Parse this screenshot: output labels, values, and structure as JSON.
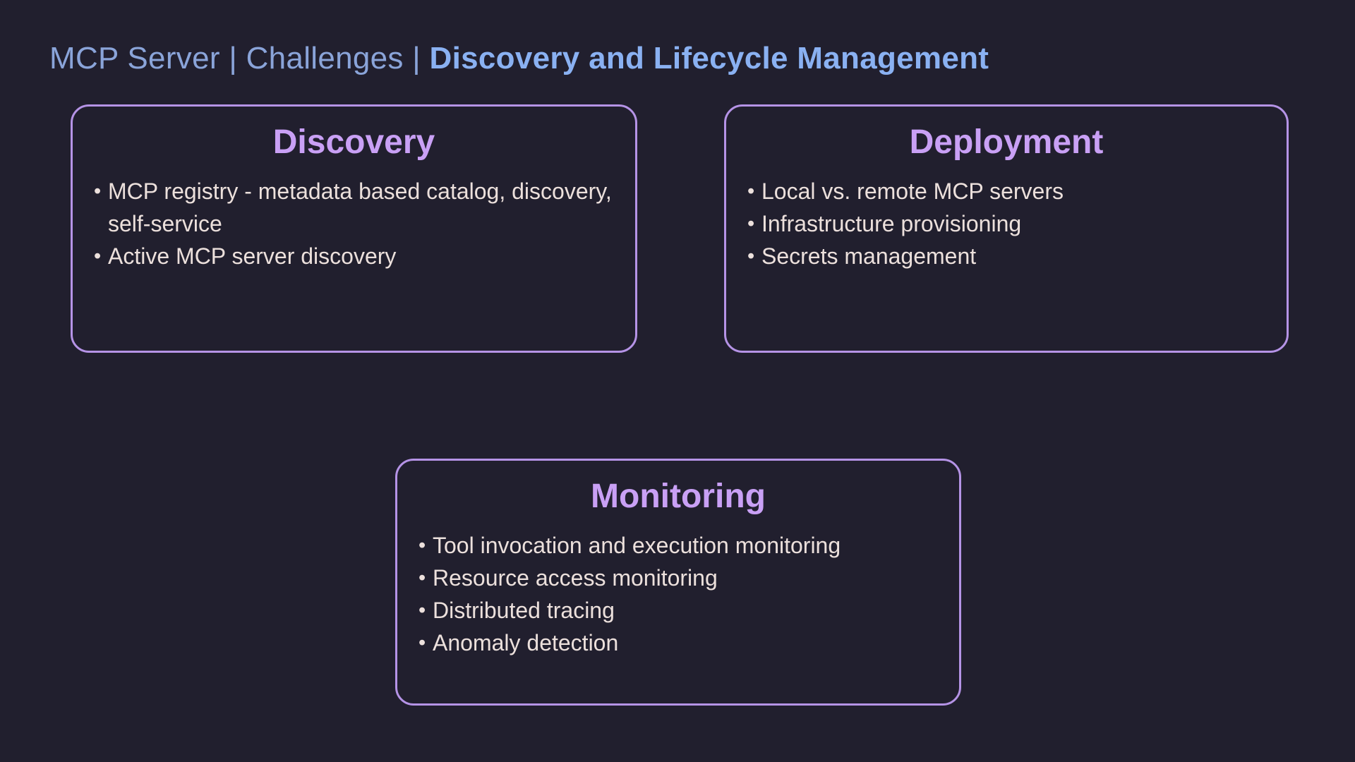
{
  "slide_title": {
    "prefix": "MCP Server | Challenges | ",
    "emphasis": "Discovery and Lifecycle Management"
  },
  "colors": {
    "background": "#211f2e",
    "title_prefix_blue": "#8aa4d9",
    "title_emphasis_blue": "#8ab1f2",
    "card_border_purple": "#b593e6",
    "card_heading_purple": "#c9a0f5",
    "body_text_cream": "#ece0dc"
  },
  "cards": [
    {
      "title": "Discovery",
      "bullets": [
        "MCP registry - metadata based catalog, discovery, self-service",
        "Active MCP server discovery"
      ]
    },
    {
      "title": "Deployment",
      "bullets": [
        "Local vs. remote MCP servers",
        "Infrastructure provisioning",
        "Secrets management"
      ]
    },
    {
      "title": "Monitoring",
      "bullets": [
        "Tool invocation and execution monitoring",
        "Resource access monitoring",
        "Distributed tracing",
        "Anomaly detection"
      ]
    }
  ]
}
